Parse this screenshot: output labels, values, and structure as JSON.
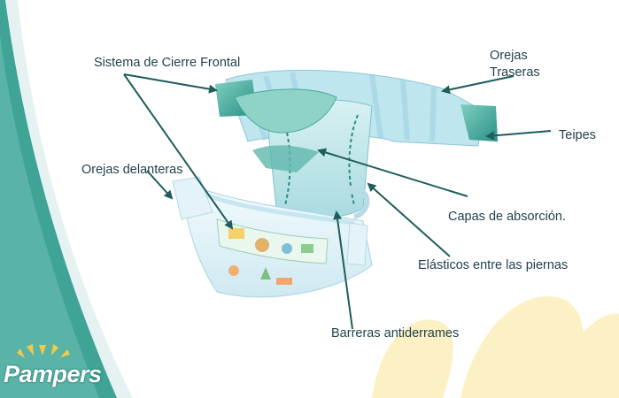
{
  "brand": {
    "name": "Pampers",
    "accent_teal": "#2f9e92",
    "accent_yellow": "#fcf3c8"
  },
  "diagram": {
    "labels": {
      "front_closure": "Sistema de Cierre Frontal",
      "back_ears_line1": "Orejas",
      "back_ears_line2": "Traseras",
      "tapes": "Teipes",
      "front_ears": "Orejas delanteras",
      "absorption_layers": "Capas de absorción.",
      "leg_elastics": "Elásticos entre las piernas",
      "leak_barriers": "Barreras antiderrames"
    },
    "arrow_color": "#1f5c5c"
  }
}
